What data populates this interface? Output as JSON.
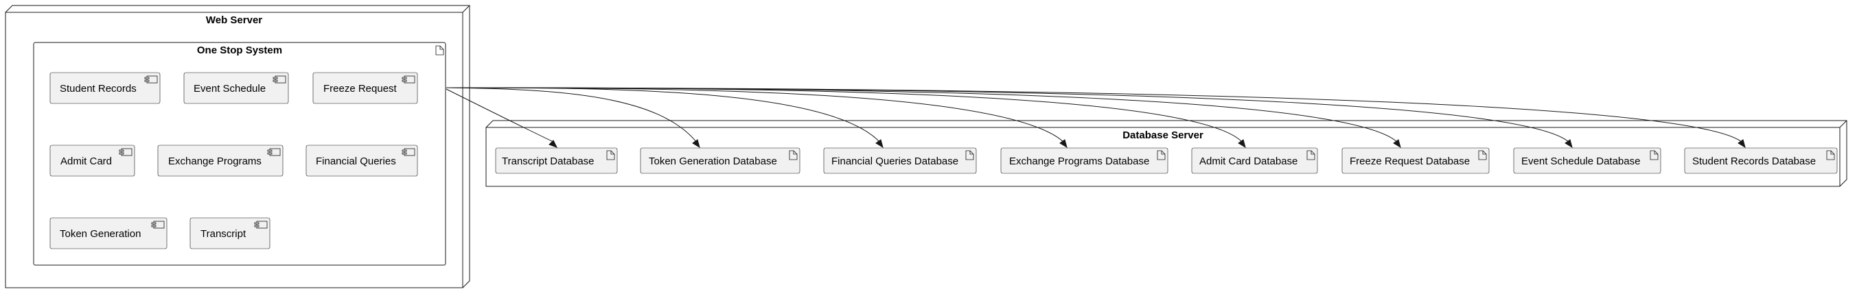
{
  "web_server": {
    "title": "Web Server",
    "artifact": {
      "title": "One Stop System",
      "components": [
        "Student Records",
        "Event Schedule",
        "Freeze Request",
        "Admit Card",
        "Exchange Programs",
        "Financial Queries",
        "Token Generation",
        "Transcript"
      ]
    }
  },
  "database_server": {
    "title": "Database Server",
    "databases": [
      "Transcript Database",
      "Token Generation Database",
      "Financial Queries Database",
      "Exchange Programs Database",
      "Admit Card Database",
      "Freeze Request Database",
      "Event Schedule Database",
      "Student Records Database"
    ]
  }
}
